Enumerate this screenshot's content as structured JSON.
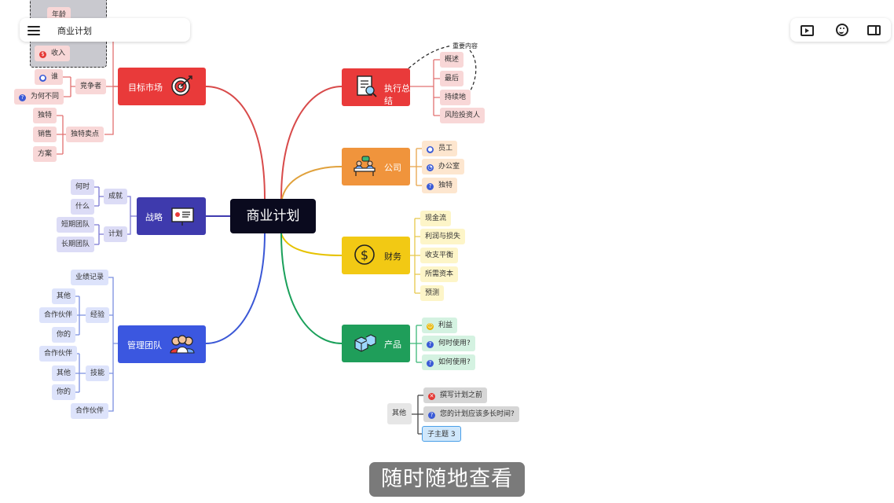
{
  "top_bar": {
    "title": "商业计划"
  },
  "toolbar": {
    "icons": [
      "play-icon",
      "smiley-icon",
      "panel-icon"
    ]
  },
  "central": {
    "label": "商业计划"
  },
  "target_market": {
    "label": "目标市场",
    "hidden_items": [
      "年龄",
      "收入"
    ],
    "competitor": {
      "label": "竞争者",
      "items": [
        "谁",
        "为何不同"
      ]
    },
    "usp": {
      "label": "独特卖点",
      "items": [
        "独特",
        "销售",
        "方案"
      ]
    }
  },
  "strategy": {
    "label": "战略",
    "achievement": {
      "label": "成就",
      "items": [
        "何时",
        "什么"
      ]
    },
    "plan": {
      "label": "计划",
      "items": [
        "短期团队",
        "长期团队"
      ]
    }
  },
  "management_team": {
    "label": "管理团队",
    "track_record": "业绩记录",
    "experience": {
      "label": "经验",
      "items": [
        "其他",
        "合作伙伴",
        "你的"
      ]
    },
    "skills": {
      "label": "技能",
      "items": [
        "合作伙伴",
        "其他",
        "你的"
      ]
    },
    "partner": "合作伙伴"
  },
  "executive_summary": {
    "label": "执行总结",
    "items": [
      "概述",
      "最后",
      "持续地",
      "风险投资人"
    ],
    "annotation": "重要内容"
  },
  "company": {
    "label": "公司",
    "items": [
      "员工",
      "办公室",
      "独特"
    ]
  },
  "finance": {
    "label": "财务",
    "items": [
      "现金流",
      "利润与损失",
      "收支平衡",
      "所需资本",
      "预测"
    ]
  },
  "product": {
    "label": "产品",
    "items": [
      "利益",
      "何时使用?",
      "如何使用?"
    ]
  },
  "other": {
    "label": "其他",
    "items": [
      "撰写计划之前",
      "您的计划应该多长时间?",
      "子主题 3"
    ]
  },
  "caption": "随时随地查看"
}
